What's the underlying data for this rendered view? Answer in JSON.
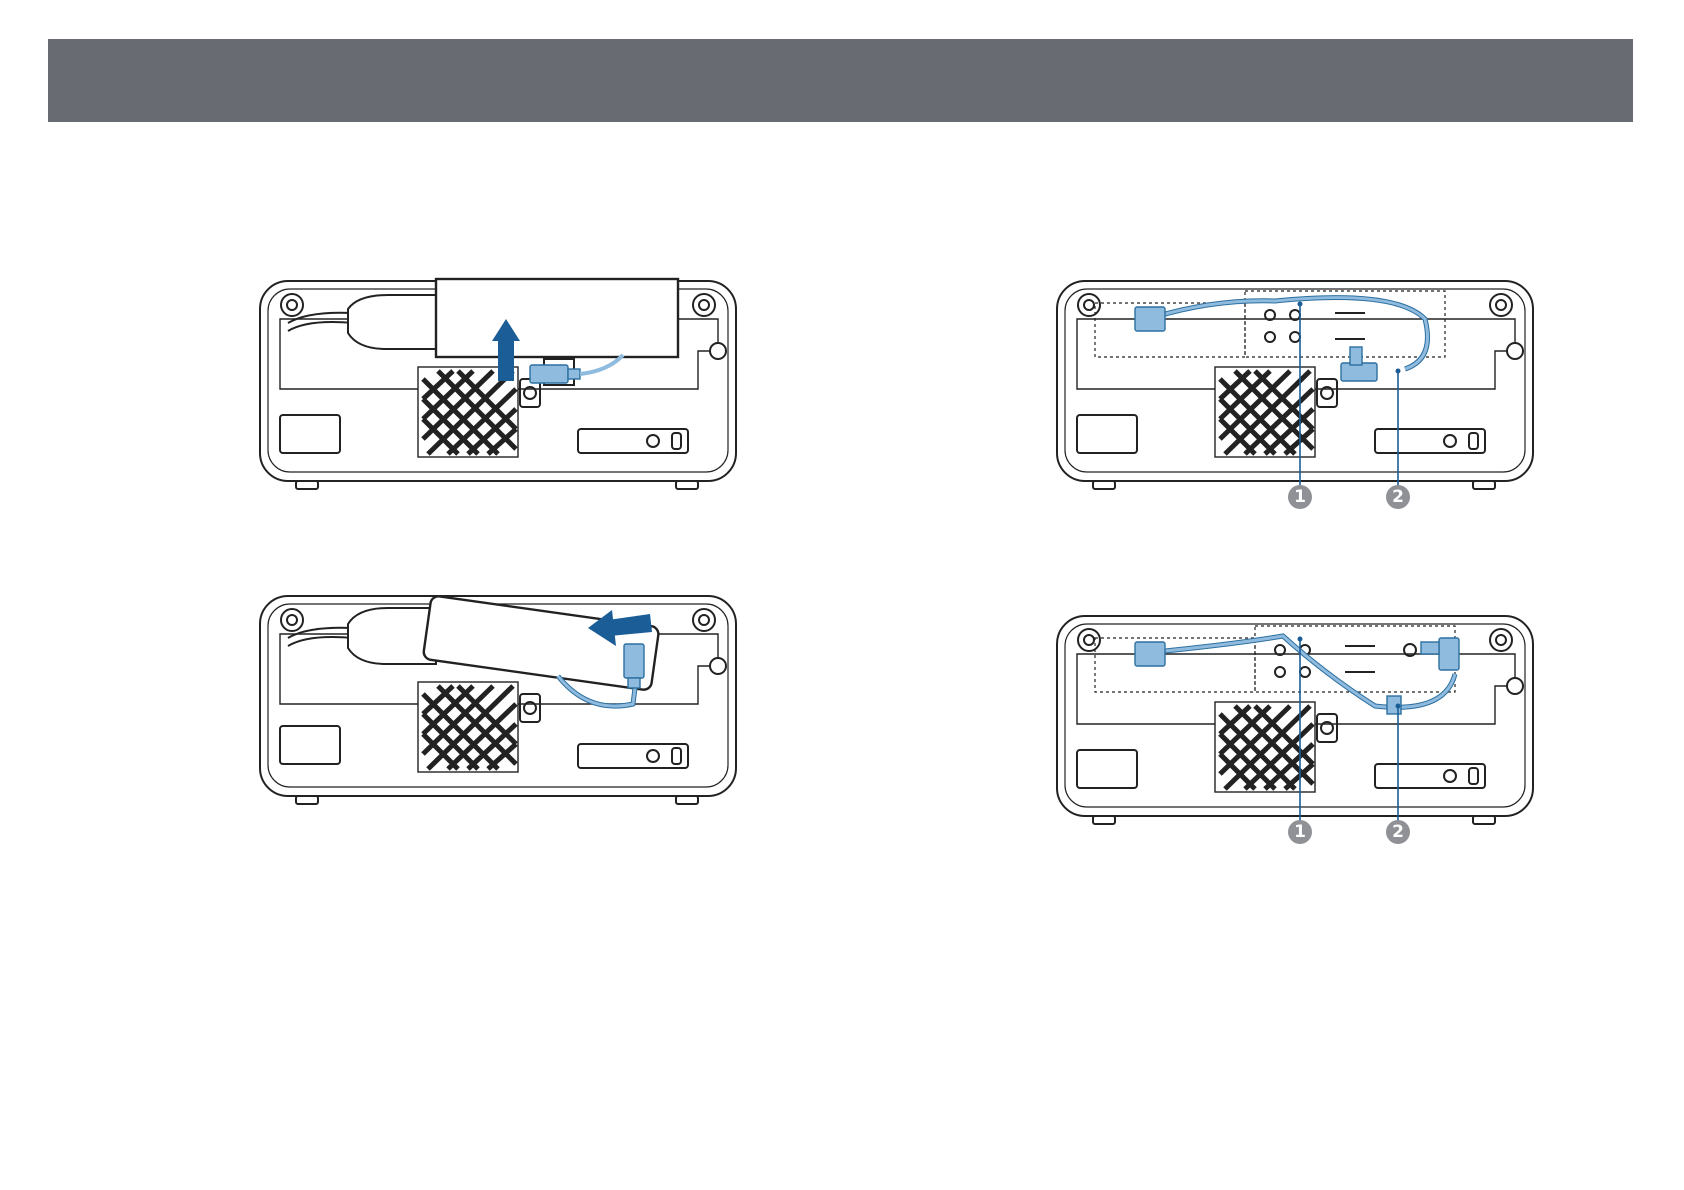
{
  "colors": {
    "header": "#686b72",
    "line": "#222222",
    "cable": "#8fbbdf",
    "cable_outline": "#2d6f9f",
    "arrow": "#1b5d97",
    "callout": "#8f9196"
  },
  "figures": [
    {
      "name": "remove-adapter-step",
      "icon": "arrow-up-icon"
    },
    {
      "name": "insert-adapter-step",
      "icon": "arrow-left-icon"
    },
    {
      "name": "cable-routing-step-a",
      "callouts": [
        "1",
        "2"
      ]
    },
    {
      "name": "cable-routing-step-b",
      "callouts": [
        "1",
        "2"
      ]
    }
  ]
}
